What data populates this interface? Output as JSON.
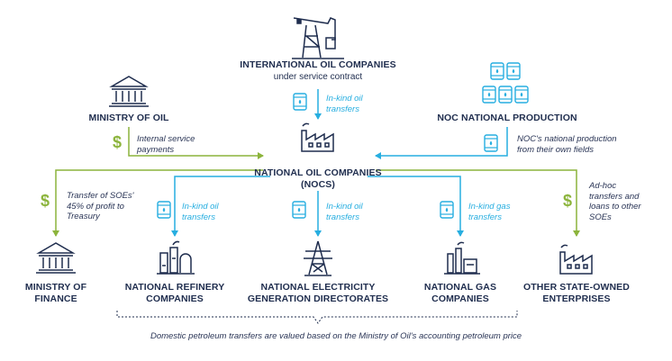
{
  "nodes": {
    "ioc_title": "INTERNATIONAL OIL COMPANIES",
    "ioc_sub": "under service contract",
    "ministry_oil": "MINISTRY OF OIL",
    "noc_production": "NOC NATIONAL PRODUCTION",
    "nocs_line1": "NATIONAL OIL COMPANIES",
    "nocs_line2": "(NOCS)",
    "finance_line1": "MINISTRY OF",
    "finance_line2": "FINANCE",
    "refinery_line1": "NATIONAL REFINERY",
    "refinery_line2": "COMPANIES",
    "electricity_line1": "NATIONAL ELECTRICITY",
    "electricity_line2": "GENERATION DIRECTORATES",
    "gas_line1": "NATIONAL GAS",
    "gas_line2": "COMPANIES",
    "soe_line1": "OTHER STATE-OWNED",
    "soe_line2": "ENTERPRISES"
  },
  "notes": {
    "ioc_transfer_1": "In-kind oil",
    "ioc_transfer_2": "transfers",
    "ministry_1": "Internal service",
    "ministry_2": "payments",
    "noc_prod_1": "NOC's national production",
    "noc_prod_2": "from their own fields",
    "finance_1": "Transfer of SOEs'",
    "finance_2": "45% of profit to",
    "finance_3": "Treasury",
    "refinery_1": "In-kind oil",
    "refinery_2": "transfers",
    "electricity_1": "In-kind oil",
    "electricity_2": "transfers",
    "gas_1": "In-kind gas",
    "gas_2": "transfers",
    "soe_1": "Ad-hoc",
    "soe_2": "transfers and",
    "soe_3": "loans to other",
    "soe_4": "SOEs"
  },
  "footnote": "Domestic petroleum transfers are valued based on the Ministry of Oil's accounting petroleum price",
  "colors": {
    "navy": "#1f2d4e",
    "blue": "#27aee0",
    "green": "#8cb43c"
  },
  "icons": [
    "oil-pump-icon",
    "government-building-icon",
    "oil-barrels-icon",
    "factory-icon",
    "refinery-icon",
    "power-pylon-icon",
    "gas-plant-icon",
    "barrel-icon",
    "dollar-icon"
  ]
}
